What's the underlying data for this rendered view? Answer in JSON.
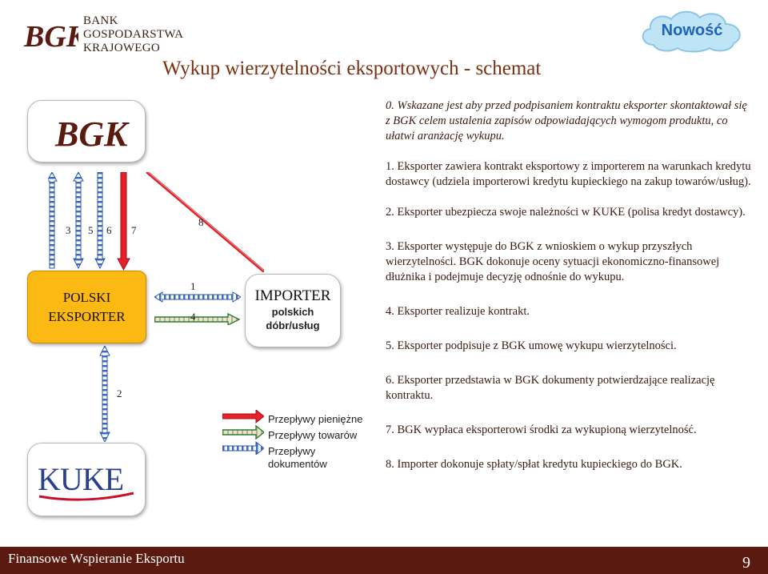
{
  "header": {
    "bank_name_line1": "BANK",
    "bank_name_line2": "GOSPODARSTWA",
    "bank_name_line3": "KRAJOWEGO",
    "badge": "Nowość",
    "title": "Wykup wierzytelności eksportowych - schemat"
  },
  "diagram": {
    "exporter_line1": "POLSKI",
    "exporter_line2": "EKSPORTER",
    "importer_title": "IMPORTER",
    "importer_sub1": "polskich",
    "importer_sub2": "dóbr/usług",
    "kuke_logo_text": "KUKE",
    "bgk_logo_text": "BGK",
    "arrow_labels": {
      "a3": "3",
      "a5": "5",
      "a6": "6",
      "a7": "7",
      "a8": "8",
      "a1": "1",
      "a4": "4",
      "a2": "2"
    },
    "legend": {
      "money": "Przepływy pieniężne",
      "goods": "Przepływy towarów",
      "documents_line1": "Przepływy",
      "documents_line2": "dokumentów"
    },
    "colors": {
      "money": "#e8202a",
      "goods": "#2e7d32",
      "documents": "#3b6bc9",
      "exporter_fill": "#fdb913",
      "accent_brown": "#5b1a10"
    }
  },
  "steps": [
    "0. Wskazane jest aby przed podpisaniem kontraktu eksporter skontaktował się z BGK celem ustalenia zapisów odpowiadających wymogom produktu, co ułatwi aranżację wykupu.",
    "1. Eksporter zawiera kontrakt eksportowy z importerem na warunkach kredytu dostawcy (udziela importerowi kredytu kupieckiego na zakup towarów/usług).",
    "2. Eksporter  ubezpiecza swoje należności w KUKE (polisa kredyt dostawcy).",
    "3. Eksporter występuje do BGK z wnioskiem o wykup przyszłych wierzytelności. BGK dokonuje oceny sytuacji ekonomiczno-finansowej dłużnika i podejmuje decyzję odnośnie do wykupu.",
    "4. Eksporter realizuje kontrakt.",
    "5. Eksporter podpisuje z BGK umowę wykupu wierzytelności.",
    "6. Eksporter przedstawia w BGK dokumenty potwierdzające realizację kontraktu.",
    "7. BGK wypłaca eksporterowi środki za wykupioną wierzytelność.",
    "8. Importer dokonuje spłaty/spłat kredytu kupieckiego do BGK."
  ],
  "footer": {
    "text": "Finansowe Wspieranie Eksportu",
    "page": "9"
  }
}
